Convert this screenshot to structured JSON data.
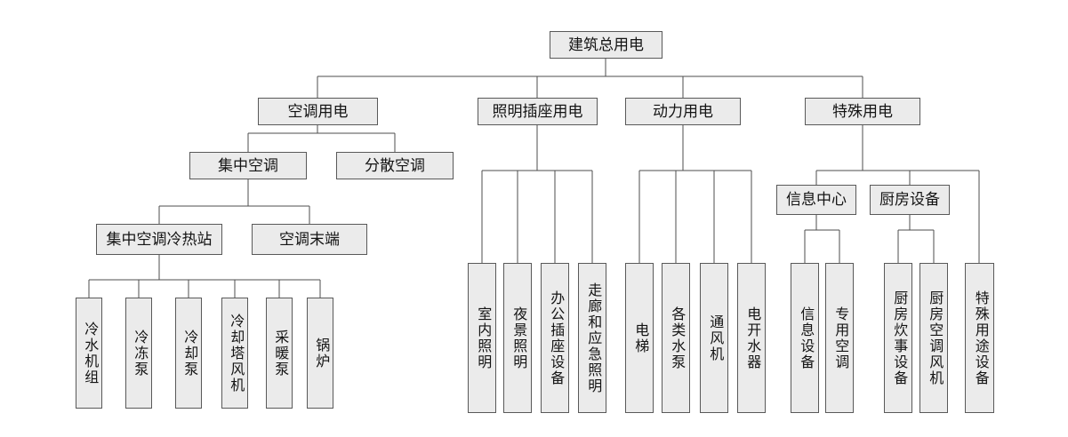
{
  "diagram": {
    "root": {
      "label": "建筑总用电"
    },
    "hvac": {
      "label": "空调用电",
      "central": {
        "label": "集中空调",
        "plant": {
          "label": "集中空调冷热站",
          "leaves": [
            "冷水机组",
            "冷冻泵",
            "冷却泵",
            "冷却塔风机",
            "采暖泵",
            "锅炉"
          ]
        },
        "terminal": {
          "label": "空调末端"
        }
      },
      "distributed": {
        "label": "分散空调"
      }
    },
    "lighting": {
      "label": "照明插座用电",
      "leaves": [
        "室内照明",
        "夜景照明",
        "办公插座设备",
        "走廊和应急照明"
      ]
    },
    "power": {
      "label": "动力用电",
      "leaves": [
        "电梯",
        "各类水泵",
        "通风机",
        "电开水器"
      ]
    },
    "special": {
      "label": "特殊用电",
      "info_center": {
        "label": "信息中心",
        "leaves": [
          "信息设备",
          "专用空调"
        ]
      },
      "kitchen": {
        "label": "厨房设备",
        "leaves": [
          "厨房炊事设备",
          "厨房空调风机"
        ]
      },
      "direct_leaf": "特殊用途设备"
    },
    "colors": {
      "box_fill": "#ebebeb",
      "box_border": "#595959",
      "line": "#4d4d4d",
      "text": "#141414"
    }
  }
}
